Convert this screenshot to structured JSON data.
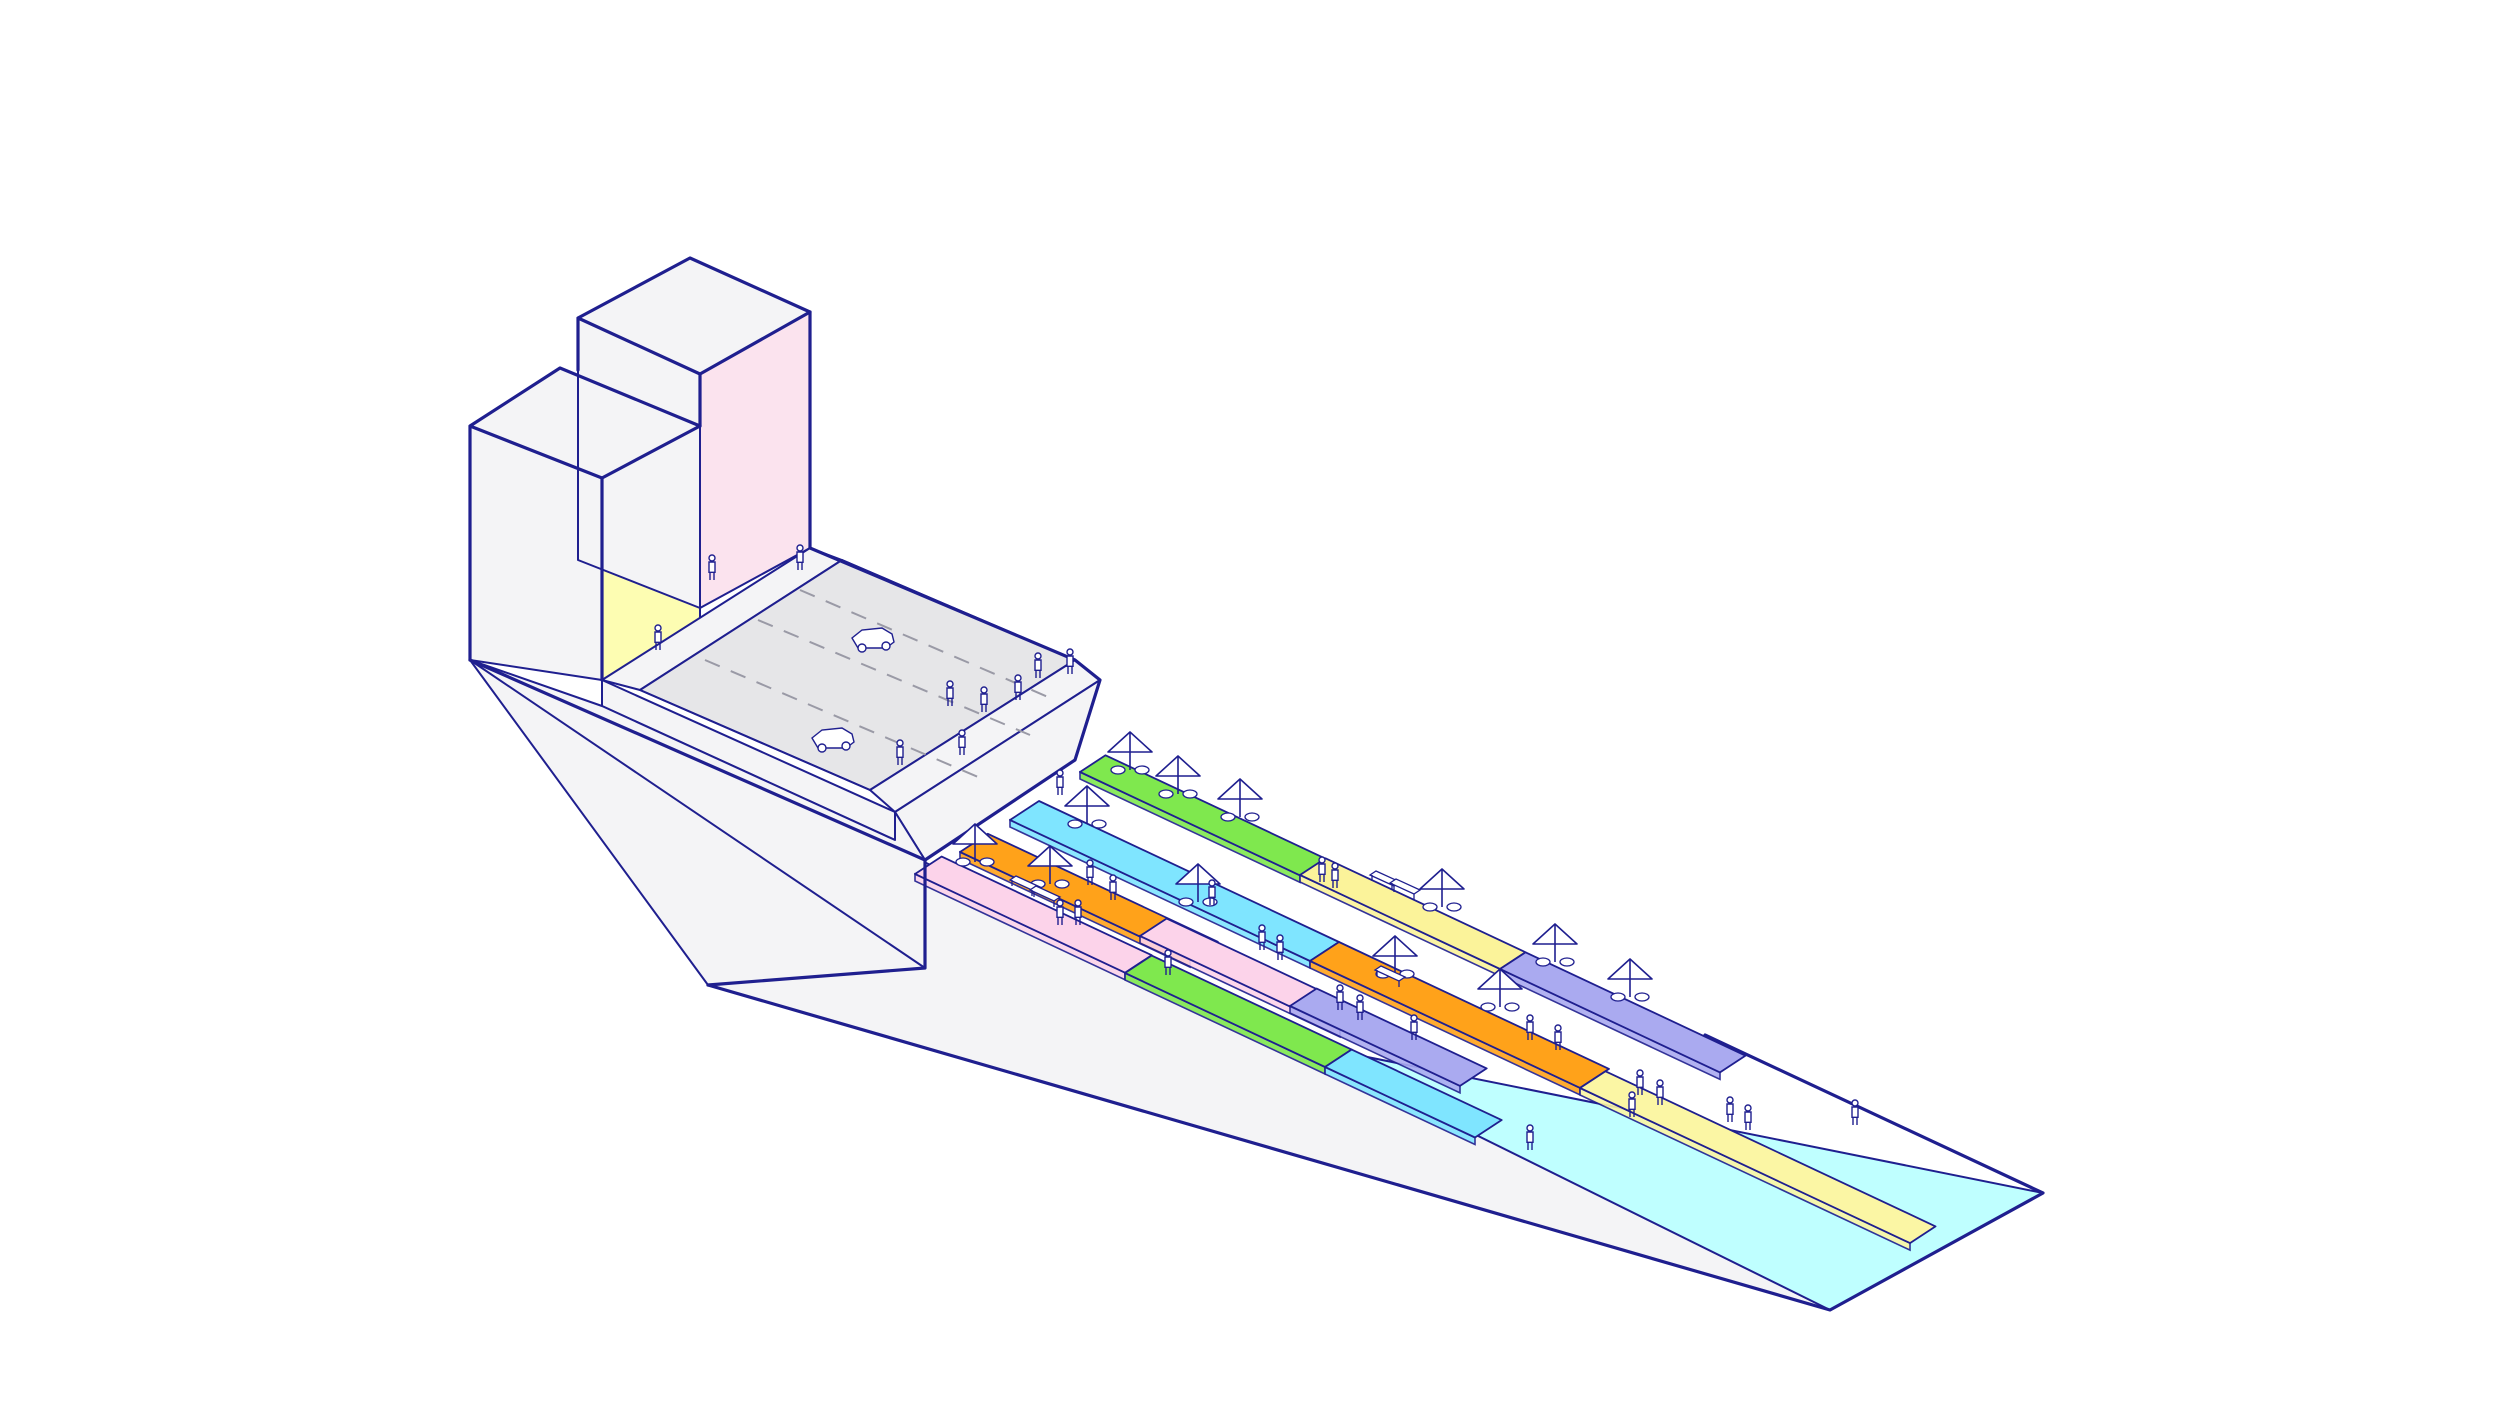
{
  "colors": {
    "ink": "#1f1f8f",
    "building_side": "#f4f4f6",
    "building_yellow": "#fdfdb2",
    "building_pink": "#fbe3ee",
    "road": "#e6e6e8",
    "lane_marking": "#9a9aa6",
    "water": "#bfffff",
    "green": "#7fe84e",
    "blue": "#7fe5ff",
    "orange": "#ffa21a",
    "pink": "#fcd3ea",
    "yellow": "#fbf39a",
    "lavender": "#aaaaf0",
    "light_yellow": "#fbf6a4"
  },
  "diagram": {
    "type": "isometric-site-section",
    "elements": {
      "buildings": [
        "building-left-block",
        "building-tall-block"
      ],
      "street": "street-with-cars",
      "embankment": "riverside-embankment",
      "platforms": [
        "green",
        "blue",
        "orange",
        "pink",
        "yellow",
        "lavender",
        "light_yellow"
      ],
      "river": "river-water",
      "features": [
        "parasol-icon",
        "people-icon",
        "car-icon",
        "bench-icon"
      ]
    }
  }
}
